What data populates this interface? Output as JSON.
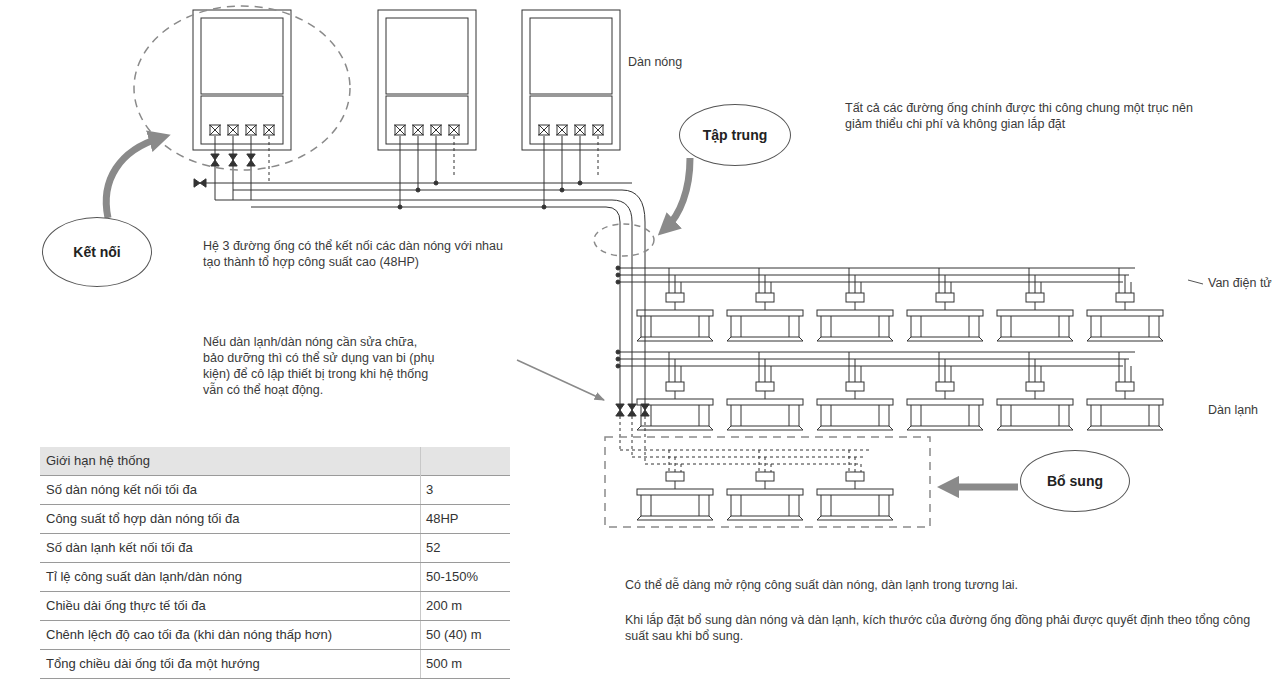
{
  "diagram": {
    "nodes": [
      {
        "text": [
          "Kết nối"
        ]
      },
      {
        "text": [
          "Tập trung"
        ]
      },
      {
        "text": [
          "Bổ sung"
        ]
      }
    ],
    "labels": [
      "Dàn nóng",
      "Tất cả các đường ống chính được thi công chung một trục nên giảm thiểu chi phí và không gian lắp đặt",
      "Hệ 3 đường ống có thể kết nối các dàn nóng với nhau tạo thành tổ hợp công suất cao (48HP)",
      "Nếu dàn lạnh/dàn nóng cần sửa chữa, bảo dưỡng thì có thể sử dụng van bi (phụ kiện) để cô lập thiết bị trong khi hệ thống vẫn có thể hoạt động.",
      "Van điện tử",
      "Dàn lạnh",
      "Giới hạn hệ thống",
      "Số dàn nóng kết nối tối đa",
      "3",
      "Công suất tổ hợp dàn nóng tối đa",
      "48HP",
      "Số dàn lạnh kết nối tối đa",
      "52",
      "Tỉ lệ công suất dàn lạnh/dàn nóng",
      "50-150%",
      "Chiều dài ống thực tế tối đa",
      "200 m",
      "Chênh lệch độ cao tối đa (khi dàn nóng thấp hơn)",
      "50 (40) m",
      "Tổng chiều dài ống tối đa một hướng",
      "500 m",
      "Có thể dễ dàng mở rộng công suất dàn nóng, dàn lạnh trong tương lai.",
      "Khi lắp đặt bổ sung dàn nóng và dàn lạnh, kích thước của đường ống đồng phải được quyết định theo tổng công suất sau khi bổ sung."
    ]
  }
}
